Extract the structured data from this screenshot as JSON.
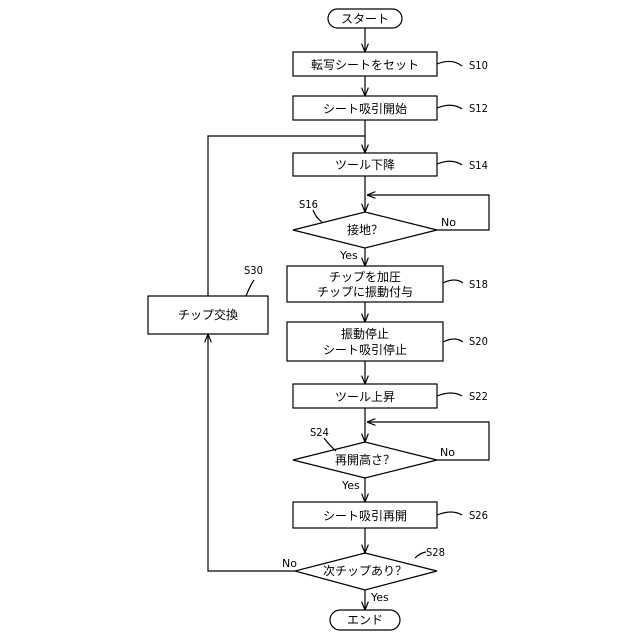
{
  "nodes": {
    "start": "スタート",
    "s10": "転写シートをセット",
    "s12": "シート吸引開始",
    "s14": "ツール下降",
    "s16": "接地？",
    "s18_line1": "チップを加圧",
    "s18_line2": "チップに振動付与",
    "s20_line1": "振動停止",
    "s20_line2": "シート吸引停止",
    "s22": "ツール上昇",
    "s24": "再開高さ？",
    "s26": "シート吸引再開",
    "s28": "次チップあり？",
    "s30": "チップ交換",
    "end": "エンド"
  },
  "steps": {
    "s10": "S10",
    "s12": "S12",
    "s14": "S14",
    "s16": "S16",
    "s18": "S18",
    "s20": "S20",
    "s22": "S22",
    "s24": "S24",
    "s26": "S26",
    "s28": "S28",
    "s30": "S30"
  },
  "branches": {
    "yes": "Yes",
    "no": "No"
  }
}
